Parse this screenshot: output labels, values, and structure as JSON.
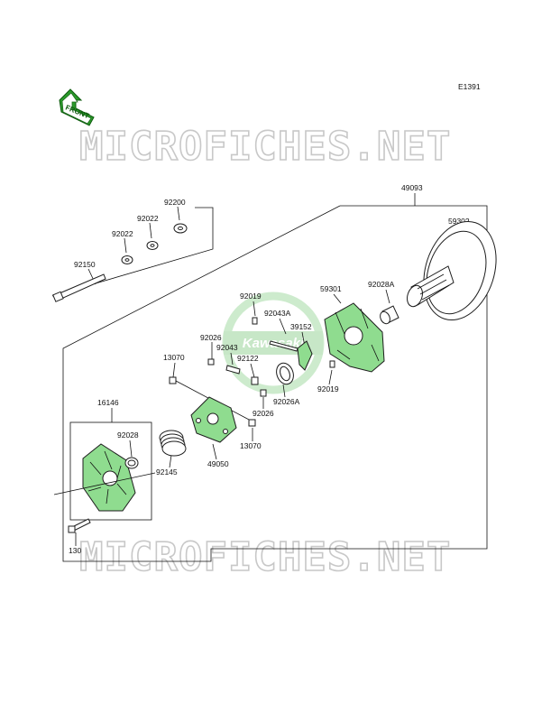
{
  "diagram": {
    "code": "E1391",
    "front_label": "FRONT",
    "watermark": "MICROFICHES.NET",
    "center_logo": "Kawasaki",
    "colors": {
      "green": "#2b9b2b",
      "green_fill": "#8fdc8f",
      "line": "#111111",
      "watermark_stroke": "#c8c8c8"
    },
    "parts": {
      "p92200": "92200",
      "p92022a": "92022",
      "p92022b": "92022",
      "p92150": "92150",
      "p49093": "49093",
      "p59302": "59302",
      "p59301": "59301",
      "p92028a": "92028A",
      "p92019a": "92019",
      "p92043a": "92043A",
      "p39152": "39152",
      "p92026a": "92026",
      "p92043": "92043",
      "p92122": "92122",
      "p13070a": "13070",
      "p92026A": "92026A",
      "p92019b": "92019",
      "p92026b": "92026",
      "p16146": "16146",
      "p92028": "92028",
      "p13070b": "13070",
      "p92145": "92145",
      "p49050": "49050",
      "p130": "130"
    }
  }
}
